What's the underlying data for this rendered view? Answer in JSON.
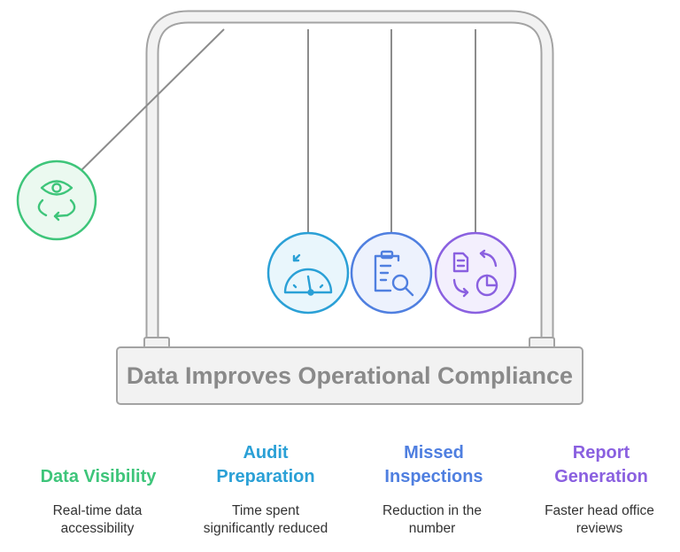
{
  "base": {
    "label": "Data Improves Operational Compliance"
  },
  "colors": {
    "frame_fill": "#f2f2f2",
    "frame_stroke": "#a3a3a3",
    "visibility": "#3ec57a",
    "audit": "#2aa0d6",
    "inspections": "#4f7fe0",
    "report": "#8a60e0"
  },
  "items": [
    {
      "title": "Data Visibility",
      "title_lines": [
        "Data Visibility"
      ],
      "description_lines": [
        "Real-time data",
        "accessibility"
      ],
      "icon": "eye-cycle-icon"
    },
    {
      "title": "Audit Preparation",
      "title_lines": [
        "Audit",
        "Preparation"
      ],
      "description_lines": [
        "Time spent",
        "significantly reduced"
      ],
      "icon": "speedometer-icon"
    },
    {
      "title": "Missed Inspections",
      "title_lines": [
        "Missed",
        "Inspections"
      ],
      "description_lines": [
        "Reduction in the",
        "number"
      ],
      "icon": "clipboard-search-icon"
    },
    {
      "title": "Report Generation",
      "title_lines": [
        "Report",
        "Generation"
      ],
      "description_lines": [
        "Faster head office",
        "reviews"
      ],
      "icon": "document-chart-cycle-icon"
    }
  ]
}
